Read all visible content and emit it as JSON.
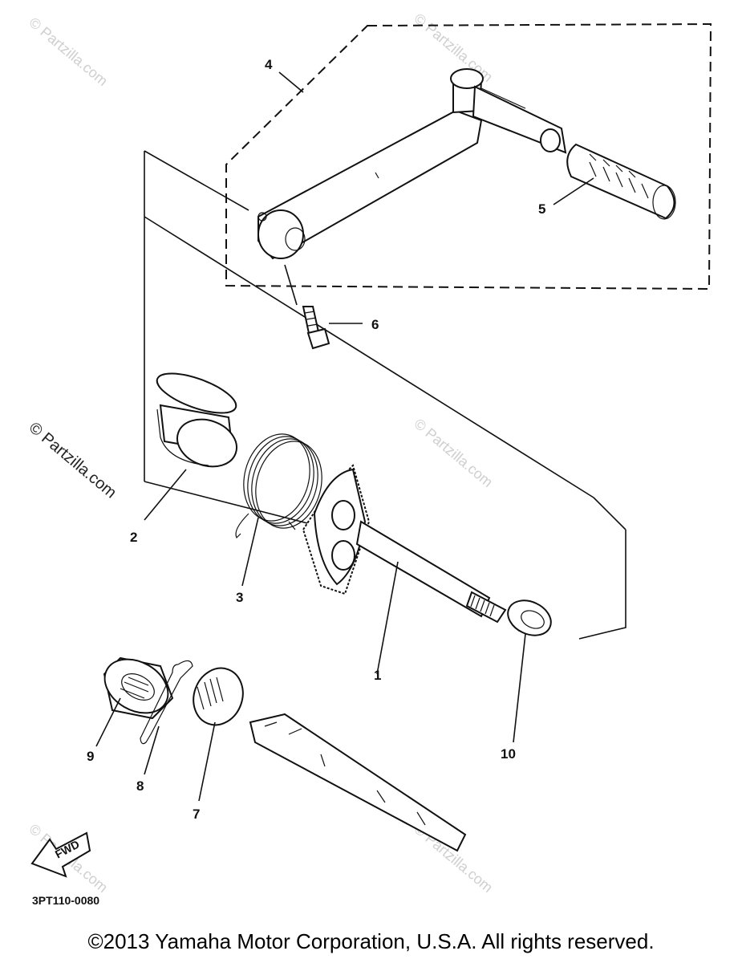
{
  "callouts": [
    "1",
    "2",
    "3",
    "4",
    "5",
    "6",
    "7",
    "8",
    "9",
    "10"
  ],
  "fwd_label": "FWD",
  "ref_code": "3PT110-0080",
  "watermark": "© Partzilla.com",
  "copyright": "©2013  Yamaha Motor Corporation, U.S.A. All rights reserved."
}
